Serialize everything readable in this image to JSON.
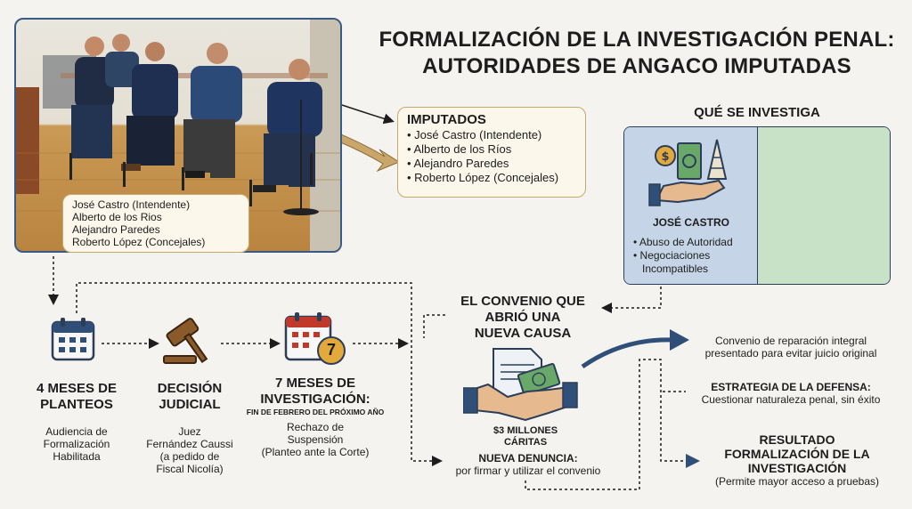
{
  "title": {
    "line1": "FORMALIZACIÓN DE LA INVESTIGACIÓN PENAL:",
    "line2": "AUTORIDADES DE ANGACO IMPUTADAS"
  },
  "photo_label": {
    "items": [
      "José Castro (Intendente)",
      "Alberto de los Rios",
      "Alejandro Paredes",
      "Roberto López (Concejales)"
    ]
  },
  "imputados": {
    "heading": "IMPUTADOS",
    "items": [
      "José Castro (Intendente)",
      "Alberto de los Ríos",
      "Alejandro Paredes",
      "Roberto López (Concejales)"
    ]
  },
  "que_se_investiga": {
    "heading": "QUÉ SE INVESTIGA",
    "name": "JOSÉ CASTRO",
    "items": [
      "Abuso de Autoridad",
      "Negociaciones",
      "Incompatibles"
    ]
  },
  "steps": [
    {
      "heading": [
        "4 MESES DE",
        "PLANTEOS"
      ],
      "text": [
        "Audiencia de",
        "Formalización",
        "Habilitada"
      ]
    },
    {
      "heading": [
        "DECISIÓN",
        "JUDICIAL"
      ],
      "text": [
        "Juez",
        "Fernández Caussi",
        "(a pedido de",
        "Fiscal Nicolía)"
      ]
    },
    {
      "heading": [
        "7 MESES DE",
        "INVESTIGACIÓN:"
      ],
      "sub": "FIN DE FEBRERO DEL PRÓXIMO AÑO",
      "text": [
        "Rechazo de",
        "Suspensión",
        "(Planteo ante la Corte)"
      ]
    }
  ],
  "calendar_badge": "7",
  "convenio": {
    "title": [
      "EL CONVENIO QUE",
      "ABRIÓ UNA",
      "NUEVA CAUSA"
    ],
    "money": [
      "$3 MILLONES",
      "CÁRITAS"
    ],
    "nueva_denuncia": "NUEVA DENUNCIA:",
    "nueva_denuncia_text": "por firmar y utilizar el convenio"
  },
  "right": {
    "convenio_text": [
      "Convenio de reparación integral",
      "presentado para evitar juicio original"
    ],
    "estrategia_h": "ESTRATEGIA DE LA DEFENSA:",
    "estrategia_t": "Cuestionar naturaleza penal, sin éxito",
    "resultado_h": [
      "RESULTADO",
      "FORMALIZACIÓN DE LA",
      "INVESTIGACIÓN"
    ],
    "resultado_t": "(Permite mayor acceso a pruebas)"
  },
  "colors": {
    "navy": "#2c3e57",
    "gold": "#c9a76b",
    "blue_panel": "#c5d4e6",
    "green_panel": "#c8e2c8",
    "arrow_blue": "#2f4e78"
  }
}
